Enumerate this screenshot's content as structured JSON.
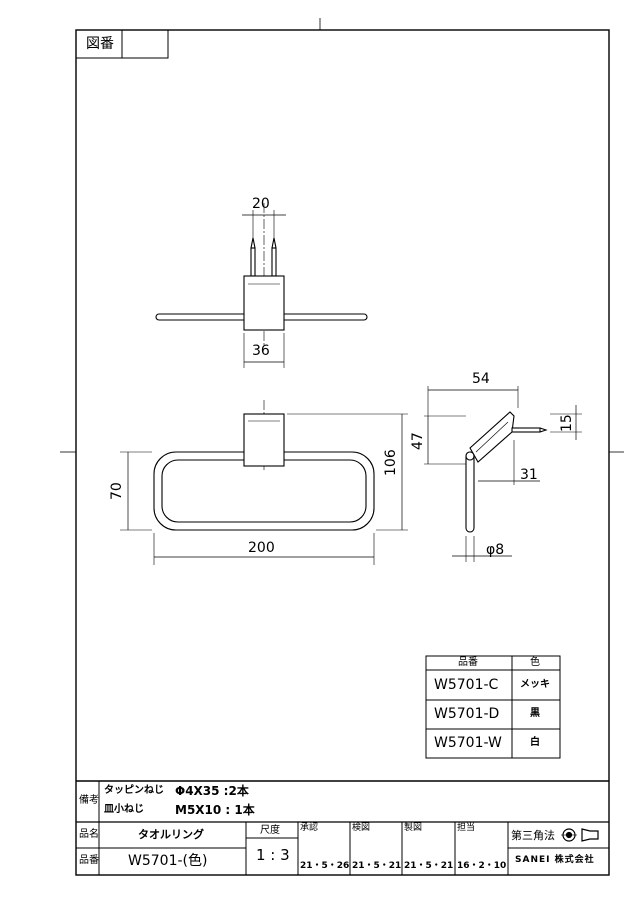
{
  "header": {
    "drawing_no_label": "図番"
  },
  "dims": {
    "top_width": "20",
    "top_base": "36",
    "front_width": "200",
    "front_height": "106",
    "front_inner": "70",
    "side_depth": "54",
    "side_height": "47",
    "side_small": "15",
    "side_offset": "31",
    "side_dia": "φ8"
  },
  "parts_table": {
    "col_part": "品番",
    "col_color": "色",
    "rows": [
      {
        "part": "W5701-C",
        "color": "メッキ"
      },
      {
        "part": "W5701-D",
        "color": "黒"
      },
      {
        "part": "W5701-W",
        "color": "白"
      }
    ]
  },
  "notes": {
    "label": "備考",
    "line1_name": "タッピンねじ",
    "line1_spec": "Φ4X35 :2本",
    "line2_name": "皿小ねじ",
    "line2_spec": "M5X10 : 1本"
  },
  "title_block": {
    "name_label": "品名",
    "name_value": "タオルリング",
    "number_label": "品番",
    "number_value": "W5701-(色)",
    "scale_label": "尺度",
    "scale_value": "1 : 3",
    "approval_label": "承認",
    "approval_date": "21・5・26",
    "check_label": "検図",
    "check_date": "21・5・21",
    "drafting_label": "製図",
    "drafting_date": "21・5・21",
    "charge_label": "担当",
    "charge_date": "16・2・10",
    "projection_label": "第三角法",
    "company": "SANEI 株式会社"
  }
}
